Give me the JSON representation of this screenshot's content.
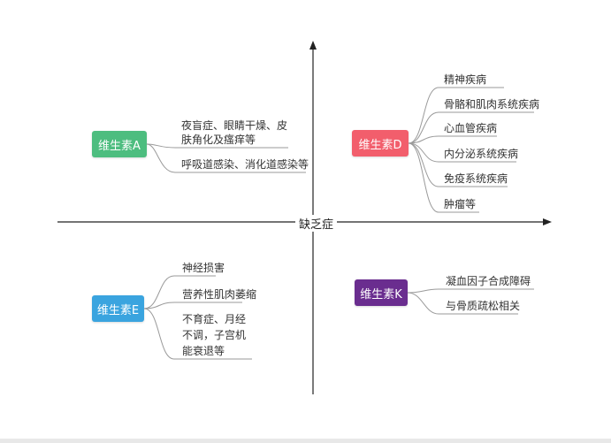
{
  "center_label": "缺乏症",
  "colors": {
    "vitA": "#4dbd7f",
    "vitD": "#f25e6c",
    "vitE": "#3aa4df",
    "vitK": "#6a2d8f",
    "line": "#9a9a9a",
    "axis": "#222222"
  },
  "nodes": {
    "a": {
      "label": "维生素A",
      "items": [
        "夜盲症、眼睛干燥、皮",
        "肤角化及瘙痒等",
        "呼吸道感染、消化道感染等"
      ]
    },
    "d": {
      "label": "维生素D",
      "items": [
        "精神疾病",
        "骨骼和肌肉系统疾病",
        "心血管疾病",
        "内分泌系统疾病",
        "免疫系统疾病",
        "肿瘤等"
      ]
    },
    "e": {
      "label": "维生素E",
      "items": [
        "神经损害",
        "营养性肌肉萎缩",
        "不育症、月经",
        "不调，子宫机",
        "能衰退等"
      ]
    },
    "k": {
      "label": "维生素K",
      "items": [
        "凝血因子合成障碍",
        "与骨质疏松相关"
      ]
    }
  }
}
